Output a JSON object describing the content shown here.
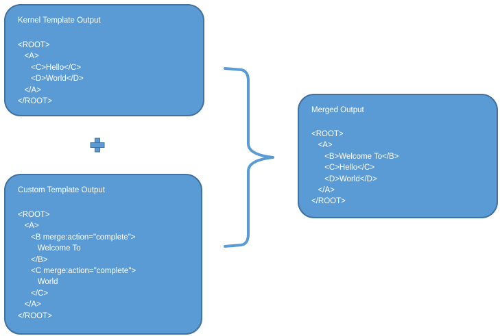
{
  "kernel_box": {
    "title": "Kernel Template Output",
    "lines": [
      "<ROOT>",
      "   <A>",
      "      <C>Hello</C>",
      "      <D>World</D>",
      "   </A>",
      "</ROOT>"
    ]
  },
  "custom_box": {
    "title": "Custom Template Output",
    "lines": [
      "<ROOT>",
      "   <A>",
      "      <B merge:action=\"complete\">",
      "         Welcome To",
      "      </B>",
      "      <C merge:action=\"complete\">",
      "         World",
      "      </C>",
      "   </A>",
      "</ROOT>"
    ]
  },
  "merged_box": {
    "title": "Merged Output",
    "lines": [
      "<ROOT>",
      "   <A>",
      "      <B>Welcome To</B>",
      "      <C>Hello</C>",
      "      <D>World</D>",
      "   </A>",
      "</ROOT>"
    ]
  },
  "icons": {
    "plus": "plus-icon",
    "brace": "right-curly-brace-icon"
  },
  "colors": {
    "box_fill": "#5b9bd5",
    "box_border": "#41719c",
    "text": "#ffffff",
    "connector": "#5b9bd5"
  }
}
